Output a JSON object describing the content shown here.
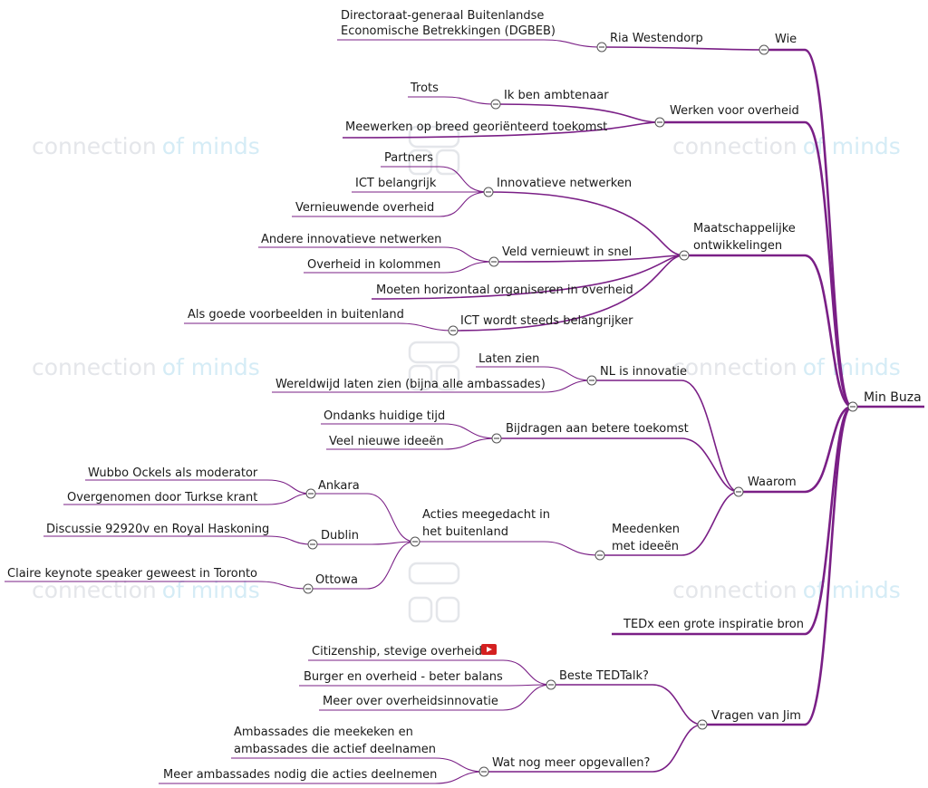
{
  "watermark": {
    "part1": "connection",
    "part2": "of minds"
  },
  "root": "Min Buza",
  "nodes": {
    "wie": "Wie",
    "ria": "Ria Westendorp",
    "dgbeb_l1": "Directoraat-generaal Buitenlandse",
    "dgbeb_l2": "Economische Betrekkingen (DGBEB)",
    "werken": "Werken voor overheid",
    "ambtenaar": "Ik ben ambtenaar",
    "trots": "Trots",
    "meewerken": "Meewerken op breed georiënteerd toekomst",
    "maatsch_l1": "Maatschappelijke",
    "maatsch_l2": "ontwikkelingen",
    "innov": "Innovatieve netwerken",
    "partners": "Partners",
    "ict_bel": "ICT belangrijk",
    "vernieuwende": "Vernieuwende overheid",
    "veld": "Veld vernieuwt in snel",
    "andere": "Andere innovatieve netwerken",
    "kolommen": "Overheid in kolommen",
    "horizontaal": "Moeten horizontaal organiseren in overheid",
    "ict_steeds": "ICT wordt steeds belangrijker",
    "goede": "Als goede voorbeelden in buitenland",
    "waarom": "Waarom",
    "nl_innov": "NL is innovatie",
    "laten": "Laten zien",
    "wereldwijd": "Wereldwijd laten zien (bijna alle ambassades)",
    "bijdragen": "Bijdragen aan betere toekomst",
    "ondanks": "Ondanks huidige tijd",
    "veel": "Veel nieuwe ideeën",
    "meedenken_l1": "Meedenken",
    "meedenken_l2": "met ideeën",
    "acties_l1": "Acties meegedacht in",
    "acties_l2": "het buitenland",
    "ankara": "Ankara",
    "wubbo": "Wubbo Ockels als moderator",
    "overgenomen": "Overgenomen door Turkse krant",
    "dublin": "Dublin",
    "discussie": "Discussie 92920v en Royal Haskoning",
    "ottowa": "Ottowa",
    "claire": "Claire keynote speaker geweest in Toronto",
    "tedx": "TEDx een grote inspiratie bron",
    "vragen": "Vragen van Jim",
    "beste": "Beste TEDTalk?",
    "citizenship": "Citizenship, stevige overheid",
    "burger": "Burger en overheid - beter balans",
    "meer_over": "Meer over overheidsinnovatie",
    "watnog": "Wat nog meer opgevallen?",
    "amb_l1": "Ambassades die meekeken en",
    "amb_l2": "ambassades die actief deelnamen",
    "meer_amb": "Meer ambassades nodig die acties deelnemen"
  },
  "colors": {
    "branch": "#7a1f86",
    "text": "#1a1a1a",
    "video_icon": "#d42020"
  }
}
